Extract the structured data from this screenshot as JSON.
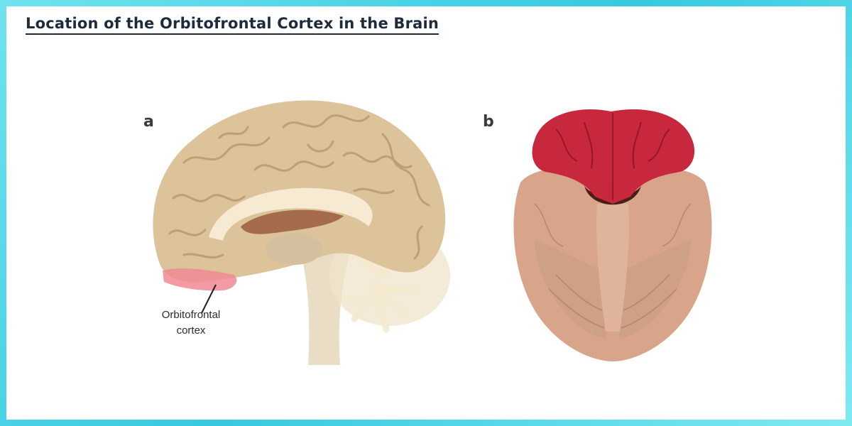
{
  "header": {
    "title": "Location of the Orbitofrontal Cortex in the Brain"
  },
  "figure": {
    "panel_a": {
      "letter": "a",
      "label_line1": "Orbitofrontal",
      "label_line2": "cortex"
    },
    "panel_b": {
      "letter": "b"
    }
  },
  "colors": {
    "frame": "#35c9e0",
    "title": "#1e2b3c",
    "brain_tan": "#dcc39a",
    "highlight_pink": "#f08a94",
    "cortex_red": "#c8283e",
    "brain_flesh": "#d9a58a"
  }
}
